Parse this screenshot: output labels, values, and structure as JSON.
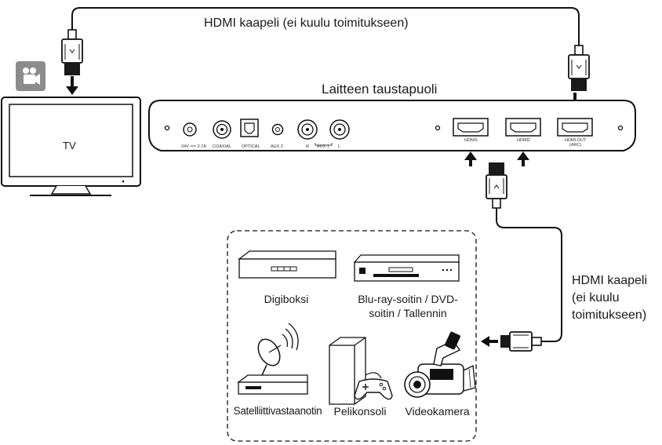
{
  "cable_top_label": "HDMI kaapeli (ei kuulu toimitukseen)",
  "back_panel_label": "Laitteen taustapuoli",
  "tv_label": "TV",
  "port_labels": {
    "dc": "24V ══ 2.7A",
    "coaxial": "COAXIAL",
    "optical": "OPTICAL",
    "aux2": "AUX 2",
    "r": "R",
    "aux1": "AUX 1",
    "l": "L",
    "hdmi1": "HDMI1",
    "hdmi2": "HDMI2",
    "hdmi_out": "HDMI OUT",
    "arc": "(ARC)"
  },
  "cable_right_label": [
    "HDMI kaapeli",
    "(ei kuulu",
    "toimitukseen)"
  ],
  "devices": {
    "digiboksi": "Digiboksi",
    "bluray": [
      "Blu-ray-soitin / DVD-",
      "soitin / Tallennin"
    ],
    "satellite": "Satelliittivastaanotin",
    "console": "Pelikonsoli",
    "camera": "Videokamera"
  },
  "icons": [
    "camera-icon",
    "tv-icon",
    "hdmi-plug-icon",
    "arrow-icon",
    "set-top-box-icon",
    "bluray-player-icon",
    "satellite-dish-icon",
    "game-console-icon",
    "video-camera-icon"
  ]
}
